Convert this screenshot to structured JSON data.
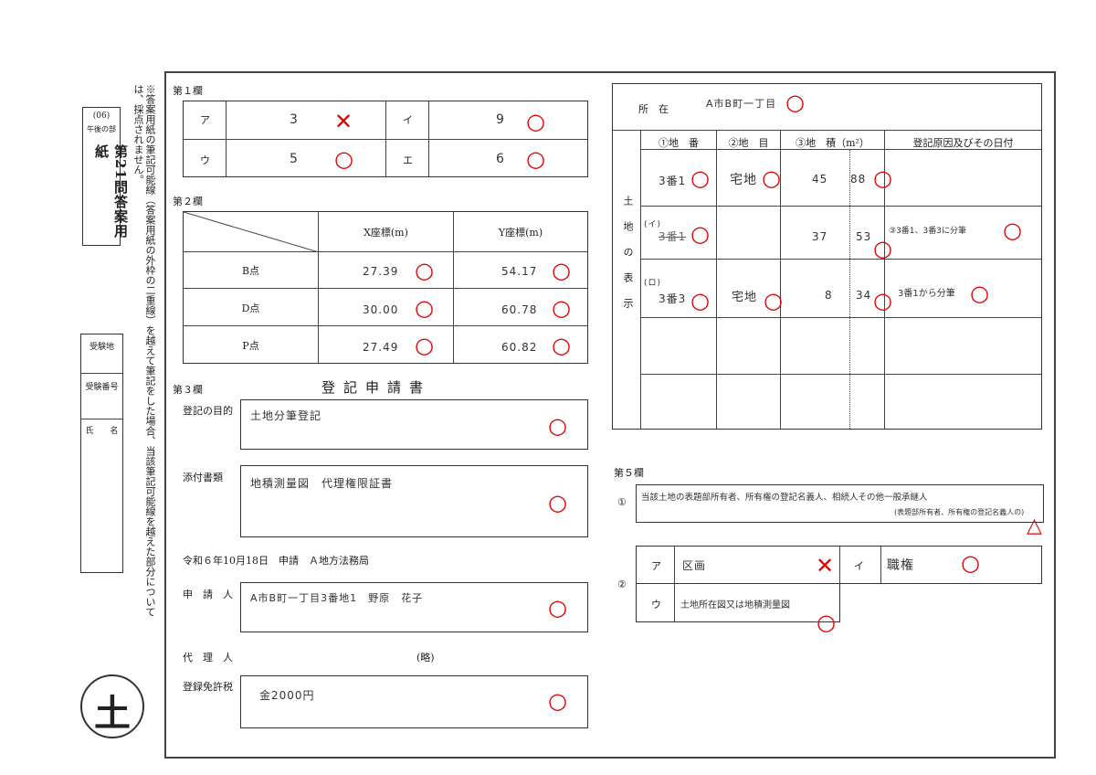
{
  "side": {
    "code": "(06)",
    "session": "午後の部",
    "title": "第21問答案用紙",
    "note": "※答案用紙の筆記可能線（答案用紙の外枠の二重線）を越えて筆記をした場合、当該筆記可能線を越えた部分については、採点されません。",
    "exam_place": "受験地",
    "exam_number": "受験番号",
    "name": "氏　　名",
    "emblem": "土"
  },
  "s1": {
    "heading": "第１欄",
    "a_label": "ア",
    "a_value": "3",
    "i_label": "イ",
    "i_value": "9",
    "u_label": "ウ",
    "u_value": "5",
    "e_label": "エ",
    "e_value": "6"
  },
  "s2": {
    "heading": "第２欄",
    "x_header": "X座標(m)",
    "y_header": "Y座標(m)",
    "rows": [
      {
        "point": "B点",
        "x": "27.39",
        "y": "54.17"
      },
      {
        "point": "D点",
        "x": "30.00",
        "y": "60.78"
      },
      {
        "point": "P点",
        "x": "27.49",
        "y": "60.82"
      }
    ]
  },
  "s3": {
    "heading": "第３欄",
    "title": "登記申請書",
    "purpose_label": "登記の目的",
    "purpose_value": "土地分筆登記",
    "attach_label": "添付書類",
    "attach_value": "地積測量図　代理権限証書",
    "date_line": "令和６年10月18日　申請　Ａ地方法務局",
    "applicant_label": "申　請　人",
    "applicant_value": "A市B町一丁目3番地1　野原　花子",
    "agent_label": "代　理　人",
    "agent_value": "(略)",
    "tax_label": "登録免許税",
    "tax_value": "金2000円"
  },
  "s4": {
    "location_label": "所　在",
    "location_value": "A市B町一丁目",
    "side_label": "土地の表示",
    "h_chiban": "①地　番",
    "h_chimoku": "②地　目",
    "h_chiseki": "③地　積（m²）",
    "h_cause": "登記原因及びその日付",
    "r1_chiban": "3番1",
    "r1_chimoku": "宅地",
    "r1_int": "45",
    "r1_dec": "88",
    "r2_prefix": "(イ)",
    "r2_chiban": "3番1",
    "r2_int": "37",
    "r2_dec": "53",
    "r2_cause": "③3番1、3番3に分筆",
    "r3_prefix": "(ロ)",
    "r3_chiban": "3番3",
    "r3_chimoku": "宅地",
    "r3_int": "8",
    "r3_dec": "34",
    "r3_cause": "3番1から分筆"
  },
  "s5": {
    "heading": "第５欄",
    "q1_label": "①",
    "q1_line1": "当該土地の表題部所有者、所有権の登記名義人、相続人その他一般承継人",
    "q1_line2": "(表題部所有者、所有権の登記名義人の)",
    "q2_label": "②",
    "a_label": "ア",
    "a_value": "区画",
    "i_label": "イ",
    "i_value": "職権",
    "u_label": "ウ",
    "u_value": "土地所在図又は地積測量図"
  },
  "grading": {
    "correct_mark": "○",
    "wrong_mark": "✕",
    "partial_mark": "△",
    "mark_color": "#e00000"
  }
}
